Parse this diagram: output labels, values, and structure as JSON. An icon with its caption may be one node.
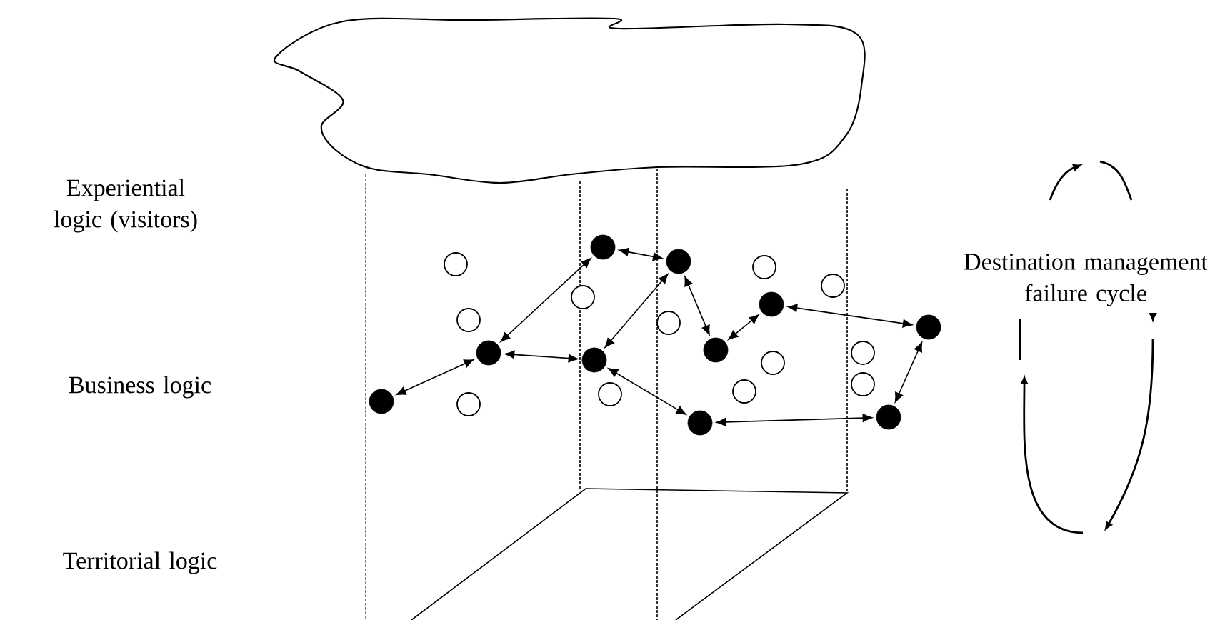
{
  "diagram": {
    "nodes": [
      {
        "text": [],
        "shape": "circle"
      },
      {
        "text": [],
        "shape": "circle"
      },
      {
        "text": [],
        "shape": "circle"
      },
      {
        "text": [],
        "shape": "circle"
      },
      {
        "text": [],
        "shape": "circle"
      },
      {
        "text": [],
        "shape": "circle"
      },
      {
        "text": [],
        "shape": "circle"
      },
      {
        "text": [],
        "shape": "circle"
      },
      {
        "text": [],
        "shape": "circle"
      },
      {
        "text": [],
        "shape": "circle"
      }
    ],
    "edges": [
      {
        "from": 0,
        "to": 1,
        "arrow": "both"
      },
      {
        "from": 1,
        "to": 2,
        "arrow": "both"
      },
      {
        "from": 1,
        "to": 3,
        "arrow": "both"
      },
      {
        "from": 3,
        "to": 4,
        "arrow": "both"
      },
      {
        "from": 2,
        "to": 4,
        "arrow": "both"
      },
      {
        "from": 4,
        "to": 6,
        "arrow": "both"
      },
      {
        "from": 6,
        "to": 7,
        "arrow": "both"
      },
      {
        "from": 7,
        "to": 9,
        "arrow": "both"
      },
      {
        "from": 9,
        "to": 8,
        "arrow": "both"
      },
      {
        "from": 8,
        "to": 5,
        "arrow": "both"
      },
      {
        "from": 5,
        "to": 2,
        "arrow": "both"
      }
    ],
    "labels": [
      "Experiential logic (visitors)",
      "Business logic",
      "Territorial logic",
      "Destination management failure cycle"
    ]
  }
}
